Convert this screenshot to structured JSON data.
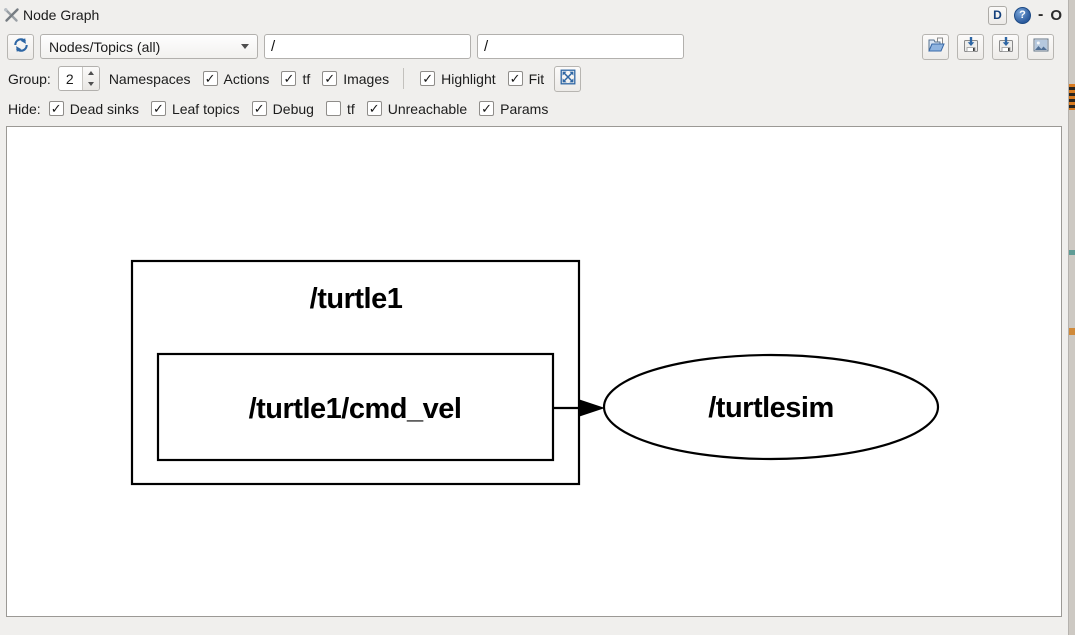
{
  "window": {
    "title": "Node Graph",
    "controls": {
      "dock": "D",
      "help": "?",
      "minimize": "-",
      "close": "O"
    }
  },
  "toolbar": {
    "graph_type": "Nodes/Topics (all)",
    "filter1": "/",
    "filter2": "/"
  },
  "options_row": {
    "group_label": "Group:",
    "group_value": "2",
    "namespaces_label": "Namespaces",
    "checkboxes": [
      {
        "label": "Actions",
        "checked": true
      },
      {
        "label": "tf",
        "checked": true
      },
      {
        "label": "Images",
        "checked": true
      },
      {
        "label": "Highlight",
        "checked": true
      },
      {
        "label": "Fit",
        "checked": true
      }
    ]
  },
  "hide_row": {
    "label": "Hide:",
    "checkboxes": [
      {
        "label": "Dead sinks",
        "checked": true
      },
      {
        "label": "Leaf topics",
        "checked": true
      },
      {
        "label": "Debug",
        "checked": true
      },
      {
        "label": "tf",
        "checked": false
      },
      {
        "label": "Unreachable",
        "checked": true
      },
      {
        "label": "Params",
        "checked": true
      }
    ]
  },
  "graph": {
    "namespace_label": "/turtle1",
    "topic_label": "/turtle1/cmd_vel",
    "node_label": "/turtlesim"
  },
  "icons": {
    "app": "tools-icon",
    "refresh": "refresh-icon",
    "combo_arrow": "chevron-down-icon",
    "load_dot": "open-file-icon",
    "save_dot": "save-file-icon",
    "save_svg": "save-as-icon",
    "save_image": "image-icon",
    "fit_view": "fit-view-icon",
    "help": "help-icon"
  },
  "colors": {
    "icon_blue": "#2e66a4",
    "window_bg": "#f0efed",
    "canvas_bg": "#ffffff",
    "graph_stroke": "#000000"
  }
}
